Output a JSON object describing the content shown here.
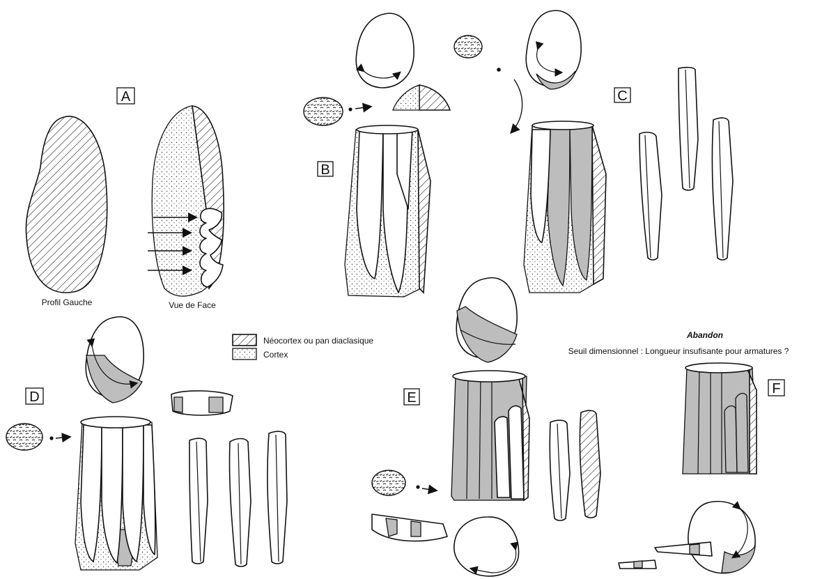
{
  "panels": {
    "a": "A",
    "b": "B",
    "c": "C",
    "d": "D",
    "e": "E",
    "f": "F"
  },
  "captions": {
    "profil_gauche": "Profil Gauche",
    "vue_de_face": "Vue de Face"
  },
  "legend": {
    "neocortex": "Néocortex ou pan diaclasique",
    "cortex": "Cortex"
  },
  "abandon": {
    "title": "Abandon",
    "subtitle": "Seuil dimensionnel : Longueur insufisante pour armatures ?"
  }
}
